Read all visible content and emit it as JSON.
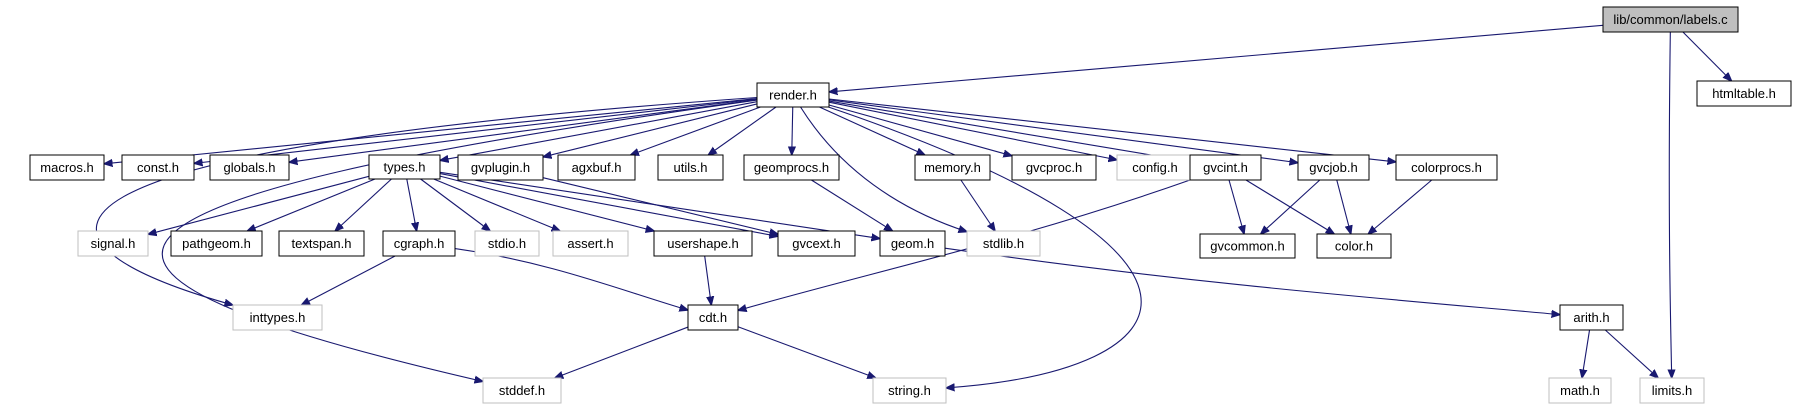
{
  "diagram": {
    "nodes": [
      {
        "id": "labels_c",
        "label": "lib/common/labels.c",
        "style": "root"
      },
      {
        "id": "render_h",
        "label": "render.h",
        "style": "solid"
      },
      {
        "id": "htmltable_h",
        "label": "htmltable.h",
        "style": "solid"
      },
      {
        "id": "macros_h",
        "label": "macros.h",
        "style": "solid"
      },
      {
        "id": "const_h",
        "label": "const.h",
        "style": "solid"
      },
      {
        "id": "globals_h",
        "label": "globals.h",
        "style": "solid"
      },
      {
        "id": "types_h",
        "label": "types.h",
        "style": "solid"
      },
      {
        "id": "gvplugin_h",
        "label": "gvplugin.h",
        "style": "solid"
      },
      {
        "id": "agxbuf_h",
        "label": "agxbuf.h",
        "style": "solid"
      },
      {
        "id": "utils_h",
        "label": "utils.h",
        "style": "solid"
      },
      {
        "id": "geomprocs_h",
        "label": "geomprocs.h",
        "style": "solid"
      },
      {
        "id": "memory_h",
        "label": "memory.h",
        "style": "solid"
      },
      {
        "id": "gvcproc_h",
        "label": "gvcproc.h",
        "style": "solid"
      },
      {
        "id": "config_h",
        "label": "config.h",
        "style": "external"
      },
      {
        "id": "gvcint_h",
        "label": "gvcint.h",
        "style": "solid"
      },
      {
        "id": "gvcjob_h",
        "label": "gvcjob.h",
        "style": "solid"
      },
      {
        "id": "colorprocs_h",
        "label": "colorprocs.h",
        "style": "solid"
      },
      {
        "id": "signal_h",
        "label": "signal.h",
        "style": "external"
      },
      {
        "id": "pathgeom_h",
        "label": "pathgeom.h",
        "style": "solid"
      },
      {
        "id": "textspan_h",
        "label": "textspan.h",
        "style": "solid"
      },
      {
        "id": "cgraph_h",
        "label": "cgraph.h",
        "style": "solid"
      },
      {
        "id": "stdio_h",
        "label": "stdio.h",
        "style": "external"
      },
      {
        "id": "assert_h",
        "label": "assert.h",
        "style": "external"
      },
      {
        "id": "usershape_h",
        "label": "usershape.h",
        "style": "solid"
      },
      {
        "id": "gvcext_h",
        "label": "gvcext.h",
        "style": "solid"
      },
      {
        "id": "geom_h",
        "label": "geom.h",
        "style": "solid"
      },
      {
        "id": "stdlib_h",
        "label": "stdlib.h",
        "style": "external"
      },
      {
        "id": "gvcommon_h",
        "label": "gvcommon.h",
        "style": "solid"
      },
      {
        "id": "color_h",
        "label": "color.h",
        "style": "solid"
      },
      {
        "id": "inttypes_h",
        "label": "inttypes.h",
        "style": "external"
      },
      {
        "id": "cdt_h",
        "label": "cdt.h",
        "style": "solid"
      },
      {
        "id": "arith_h",
        "label": "arith.h",
        "style": "solid"
      },
      {
        "id": "stddef_h",
        "label": "stddef.h",
        "style": "external"
      },
      {
        "id": "string_h",
        "label": "string.h",
        "style": "external"
      },
      {
        "id": "math_h",
        "label": "math.h",
        "style": "external"
      },
      {
        "id": "limits_h",
        "label": "limits.h",
        "style": "external"
      }
    ],
    "edges": [
      [
        "labels_c",
        "render_h"
      ],
      [
        "labels_c",
        "htmltable_h"
      ],
      [
        "labels_c",
        "limits_h"
      ],
      [
        "render_h",
        "macros_h"
      ],
      [
        "render_h",
        "const_h"
      ],
      [
        "render_h",
        "globals_h"
      ],
      [
        "render_h",
        "types_h"
      ],
      [
        "render_h",
        "gvplugin_h"
      ],
      [
        "render_h",
        "agxbuf_h"
      ],
      [
        "render_h",
        "utils_h"
      ],
      [
        "render_h",
        "geomprocs_h"
      ],
      [
        "render_h",
        "memory_h"
      ],
      [
        "render_h",
        "gvcproc_h"
      ],
      [
        "render_h",
        "config_h"
      ],
      [
        "render_h",
        "gvcint_h"
      ],
      [
        "render_h",
        "gvcjob_h"
      ],
      [
        "render_h",
        "colorprocs_h"
      ],
      [
        "render_h",
        "stdlib_h"
      ],
      [
        "render_h",
        "inttypes_h"
      ],
      [
        "render_h",
        "stddef_h"
      ],
      [
        "render_h",
        "string_h"
      ],
      [
        "types_h",
        "signal_h"
      ],
      [
        "types_h",
        "pathgeom_h"
      ],
      [
        "types_h",
        "textspan_h"
      ],
      [
        "types_h",
        "cgraph_h"
      ],
      [
        "types_h",
        "stdio_h"
      ],
      [
        "types_h",
        "assert_h"
      ],
      [
        "types_h",
        "usershape_h"
      ],
      [
        "types_h",
        "gvcext_h"
      ],
      [
        "types_h",
        "geom_h"
      ],
      [
        "gvplugin_h",
        "gvcext_h"
      ],
      [
        "geomprocs_h",
        "geom_h"
      ],
      [
        "memory_h",
        "stdlib_h"
      ],
      [
        "gvcint_h",
        "gvcommon_h"
      ],
      [
        "gvcint_h",
        "color_h"
      ],
      [
        "gvcint_h",
        "cdt_h"
      ],
      [
        "gvcjob_h",
        "gvcommon_h"
      ],
      [
        "gvcjob_h",
        "color_h"
      ],
      [
        "colorprocs_h",
        "color_h"
      ],
      [
        "cgraph_h",
        "inttypes_h"
      ],
      [
        "cgraph_h",
        "cdt_h"
      ],
      [
        "usershape_h",
        "cdt_h"
      ],
      [
        "geom_h",
        "arith_h"
      ],
      [
        "cdt_h",
        "stddef_h"
      ],
      [
        "cdt_h",
        "string_h"
      ],
      [
        "arith_h",
        "math_h"
      ],
      [
        "arith_h",
        "limits_h"
      ]
    ],
    "colors": {
      "edge": "#191970",
      "solid_border": "#000000",
      "external_border": "#bfbfbf",
      "root_fill": "#bfbfbf",
      "node_fill": "#ffffff",
      "text": "#000000"
    }
  }
}
